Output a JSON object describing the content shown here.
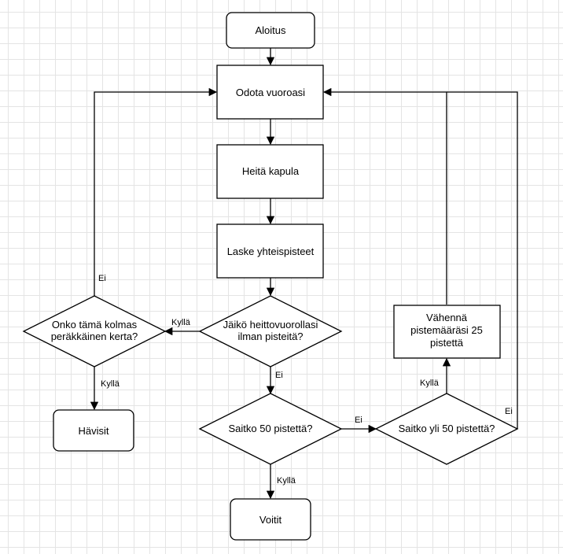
{
  "nodes": {
    "start": "Aloitus",
    "wait_turn": "Odota vuoroasi",
    "throw_stick": "Heitä kapula",
    "count_points": "Laske yhteispisteet",
    "no_points_q": [
      "Jäikö heittovuorollasi",
      "ilman pisteitä?"
    ],
    "third_time_q": [
      "Onko tämä kolmas",
      "peräkkäinen kerta?"
    ],
    "lost": "Hävisit",
    "got_50_q": "Saitko 50 pistettä?",
    "over_50_q": "Saitko yli 50 pistettä?",
    "reduce_25": [
      "Vähennä",
      "pistemääräsi 25",
      "pistettä"
    ],
    "won": "Voitit"
  },
  "edges": {
    "yes_to_third": "Kyllä",
    "no_from_third": "Ei",
    "yes_to_lost": "Kyllä",
    "no_to_got50": "Ei",
    "no_to_over50": "Ei",
    "yes_to_reduce": "Kyllä",
    "no_from_over50": "Ei",
    "yes_to_won": "Kyllä"
  }
}
